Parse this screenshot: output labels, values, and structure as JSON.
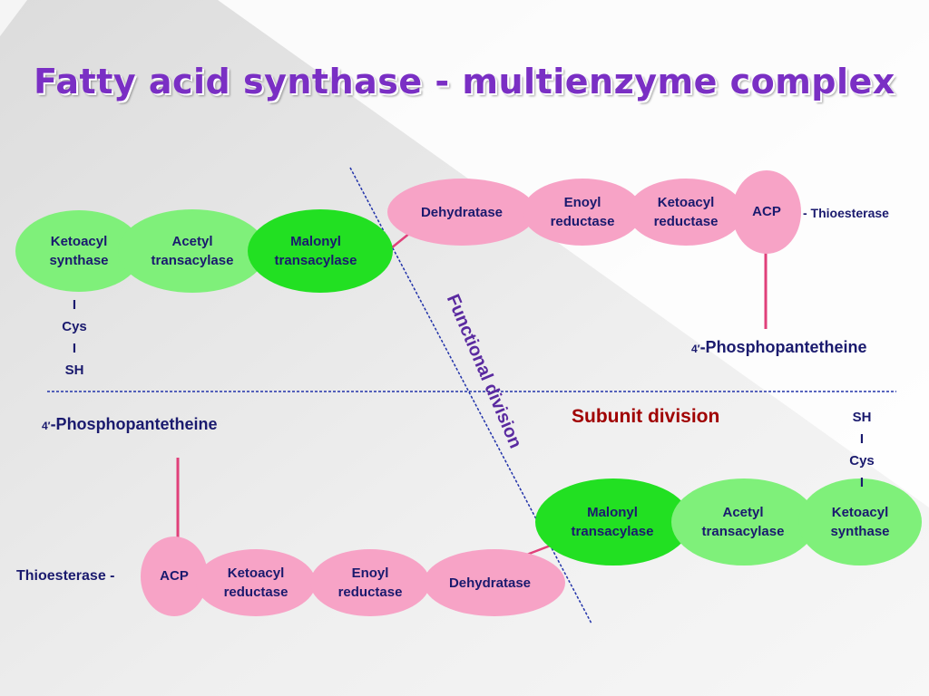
{
  "title": "Fatty acid synthase - multienzyme complex",
  "top_left": {
    "ketoacyl_synthase": [
      "Ketoacyl",
      "synthase"
    ],
    "acetyl_transacylase": [
      "Acetyl",
      "transacylase"
    ],
    "malonyl_transacylase": [
      "Malonyl",
      "transacylase"
    ],
    "cys_stack": [
      "I",
      "Cys",
      "I",
      "SH"
    ]
  },
  "top_right": {
    "dehydratase": "Dehydratase",
    "enoyl_reductase": [
      "Enoyl",
      "reductase"
    ],
    "ketoacyl_reductase": [
      "Ketoacyl",
      "reductase"
    ],
    "acp": "ACP",
    "thioesterase": "- Thioesterase",
    "phosphopantetheine_prefix": "4′",
    "phosphopantetheine": "-Phosphopantetheine"
  },
  "bottom_left": {
    "phosphopantetheine_prefix": "4′",
    "phosphopantetheine": "-Phosphopantetheine",
    "thioesterase": "Thioesterase -",
    "acp": "ACP",
    "ketoacyl_reductase": [
      "Ketoacyl",
      "reductase"
    ],
    "enoyl_reductase": [
      "Enoyl",
      "reductase"
    ],
    "dehydratase": "Dehydratase"
  },
  "bottom_right": {
    "malonyl_transacylase": [
      "Malonyl",
      "transacylase"
    ],
    "acetyl_transacylase": [
      "Acetyl",
      "transacylase"
    ],
    "ketoacyl_synthase": [
      "Ketoacyl",
      "synthase"
    ],
    "cys_stack": [
      "SH",
      "I",
      "Cys",
      "I"
    ]
  },
  "functional_division": "Functional division",
  "subunit_division": "Subunit division",
  "colors": {
    "pink": "#f7a3c6",
    "green_light": "#7ff07a",
    "green_bright": "#22e022",
    "connector": "#e0407a",
    "label": "#1a1a6e",
    "title": "#7a2fc4",
    "subunit": "#a00000",
    "divider": "#2233aa"
  }
}
